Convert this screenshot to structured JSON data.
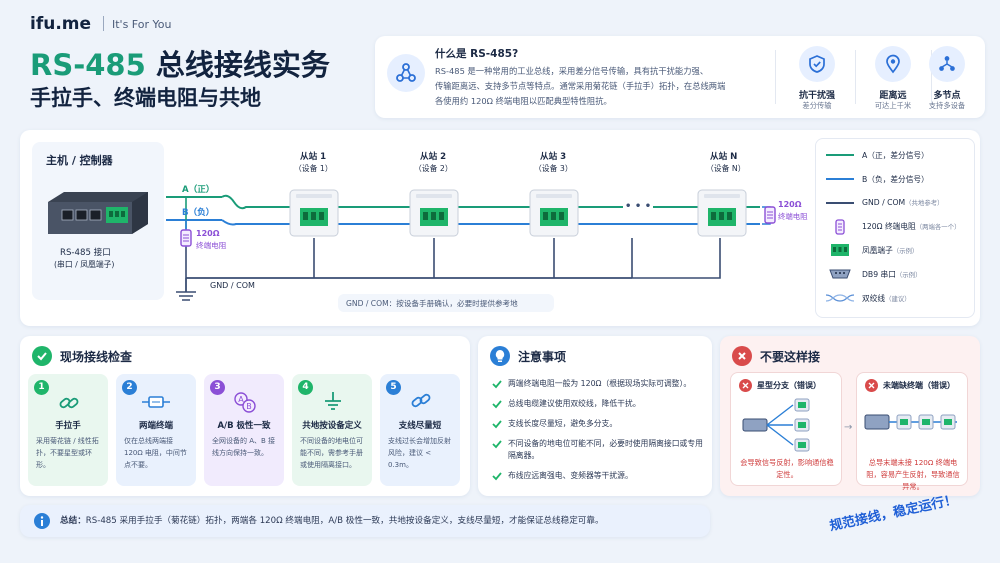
{
  "header": {
    "brand": "ifu.me",
    "tagline": "It's For You",
    "title_highlight": "RS-485",
    "title_rest": " 总线接线实务",
    "subtitle": "手拉手、终端电阻与共地"
  },
  "intro": {
    "question": "什么是 RS-485?",
    "lines": [
      "RS-485 是一种常用的工业总线，采用差分信号传输，具有抗干扰能力强、",
      "传输距离远、支持多节点等特点。通常采用菊花链（手拉手）拓扑，在总线两端",
      "各使用约 120Ω 终端电阻以匹配典型特性阻抗。"
    ],
    "features": [
      {
        "title": "抗干扰强",
        "sub": "差分传输",
        "icon": "shield-check-icon"
      },
      {
        "title": "距离远",
        "sub": "可达上千米",
        "icon": "location-pin-icon"
      },
      {
        "title": "多节点",
        "sub": "支持多设备",
        "icon": "network-nodes-icon"
      }
    ]
  },
  "diagram": {
    "master_title": "主机 / 控制器",
    "master_port": "RS-485 接口",
    "master_port_sub": "(串口 / 凤凰端子)",
    "line_a": "A（正）",
    "line_b": "B（负）",
    "resistor_value": "120Ω",
    "resistor_label": "终端电阻",
    "gnd_label": "GND / COM",
    "gnd_note": "GND / COM：按设备手册确认，必要时提供参考地",
    "slaves": [
      {
        "name": "从站 1",
        "device": "（设备 1）"
      },
      {
        "name": "从站 2",
        "device": "（设备 2）"
      },
      {
        "name": "从站 3",
        "device": "（设备 3）"
      },
      {
        "name": "从站 N",
        "device": "（设备 N）"
      }
    ],
    "ellipsis": "• • •",
    "end_resistor_value": "120Ω",
    "end_resistor_label": "终端电阻"
  },
  "legend": [
    {
      "label": "A（正，差分信号）",
      "note": "",
      "icon": "green-line-icon"
    },
    {
      "label": "B（负，差分信号）",
      "note": "",
      "icon": "blue-line-icon"
    },
    {
      "label": "GND / COM",
      "note": "（共地参考）",
      "icon": "navy-line-icon"
    },
    {
      "label": "120Ω 终端电阻",
      "note": "（两端各一个）",
      "icon": "resistor-icon"
    },
    {
      "label": "凤凰端子",
      "note": "（示例）",
      "icon": "terminal-block-icon"
    },
    {
      "label": "DB9 串口",
      "note": "（示例）",
      "icon": "db9-connector-icon"
    },
    {
      "label": "双绞线",
      "note": "（建议）",
      "icon": "twisted-pair-icon"
    }
  ],
  "checks": {
    "title": "现场接线检查",
    "items": [
      {
        "num": "1",
        "title": "手拉手",
        "desc": "采用菊花链 / 线性拓扑，不要星型或环形。",
        "icon": "chain-link-icon"
      },
      {
        "num": "2",
        "title": "两端终端",
        "desc": "仅在总线两端接 120Ω 电阻，中间节点不要。",
        "icon": "resistor-icon"
      },
      {
        "num": "3",
        "title": "A/B 极性一致",
        "desc": "全网设备的 A、B 接线方向保持一致。",
        "icon": "ab-polarity-icon"
      },
      {
        "num": "4",
        "title": "共地按设备定义",
        "desc": "不同设备的地电位可能不同，需参考手册或使用隔离接口。",
        "icon": "ground-icon"
      },
      {
        "num": "5",
        "title": "支线尽量短",
        "desc": "支线过长会增加反射风险，建议 < 0.3m。",
        "icon": "short-link-icon"
      }
    ]
  },
  "notes": {
    "title": "注意事项",
    "items": [
      "两端终端电阻一般为 120Ω（根据现场实际可调整）。",
      "总线电缆建议使用双绞线，降低干扰。",
      "支线长度尽量短，避免多分支。",
      "不同设备的地电位可能不同，必要时使用隔离接口或专用隔离器。",
      "布线应远离强电、变频器等干扰源。"
    ]
  },
  "donts": {
    "title": "不要这样接",
    "items": [
      {
        "title": "星型分支（错误）",
        "desc": "会导致信号反射，影响通信稳定性。"
      },
      {
        "title": "未端缺终端（错误）",
        "desc": "总导末端未接 120Ω 终端电阻，容易产生反射，导致通信异常。"
      }
    ]
  },
  "summary": {
    "label": "总结：",
    "text": "RS-485 采用手拉手（菊花链）拓扑，两端各 120Ω 终端电阻，A/B 极性一致，共地按设备定义，支线尽量短，才能保证总线稳定可靠。"
  },
  "slogan": "规范接线，稳定运行！",
  "colors": {
    "green": "#1a9c78",
    "blue": "#2b7fd6",
    "navy": "#3a4d72",
    "purple": "#8b4fd6",
    "red": "#d94b4b"
  }
}
